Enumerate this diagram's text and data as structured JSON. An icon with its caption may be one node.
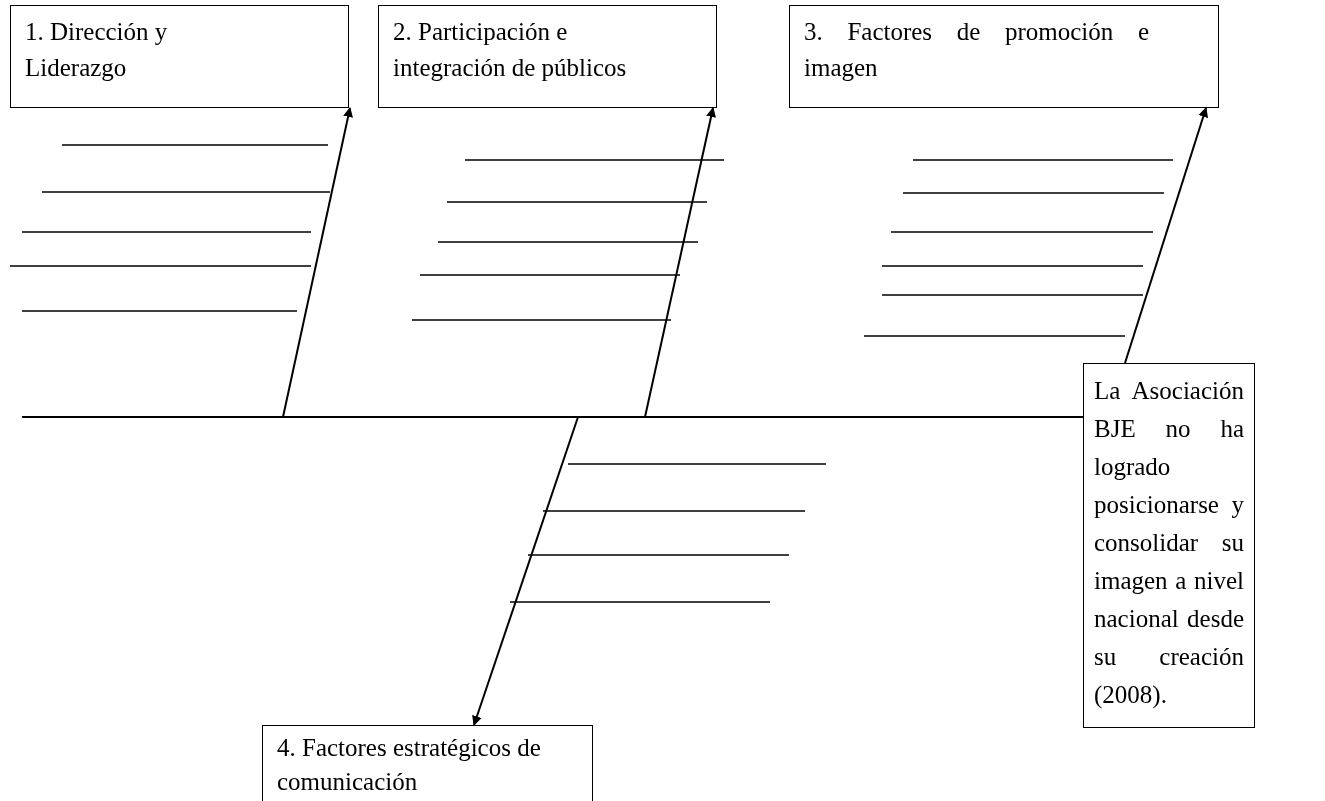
{
  "diagram": {
    "nodes": [
      {
        "text": [
          "1. Dirección y Liderazgo"
        ]
      },
      {
        "text": [
          "2. Participación e integración de públicos"
        ]
      },
      {
        "text": [
          "3. Factores de promoción e imagen"
        ]
      },
      {
        "text": [
          "La Asociación BJE no ha logrado posicionarse y consolidar su imagen a nivel nacional desde su creación (2008)."
        ]
      },
      {
        "text": [
          "4. Factores estratégicos de comunicación"
        ]
      }
    ],
    "edges": [
      {
        "from": null,
        "to": 3,
        "arrow": "none"
      },
      {
        "from": null,
        "to": 0,
        "arrow": "to"
      },
      {
        "from": null,
        "to": 1,
        "arrow": "to"
      },
      {
        "from": 3,
        "to": 2,
        "arrow": "to"
      },
      {
        "from": null,
        "to": 4,
        "arrow": "to"
      }
    ]
  }
}
